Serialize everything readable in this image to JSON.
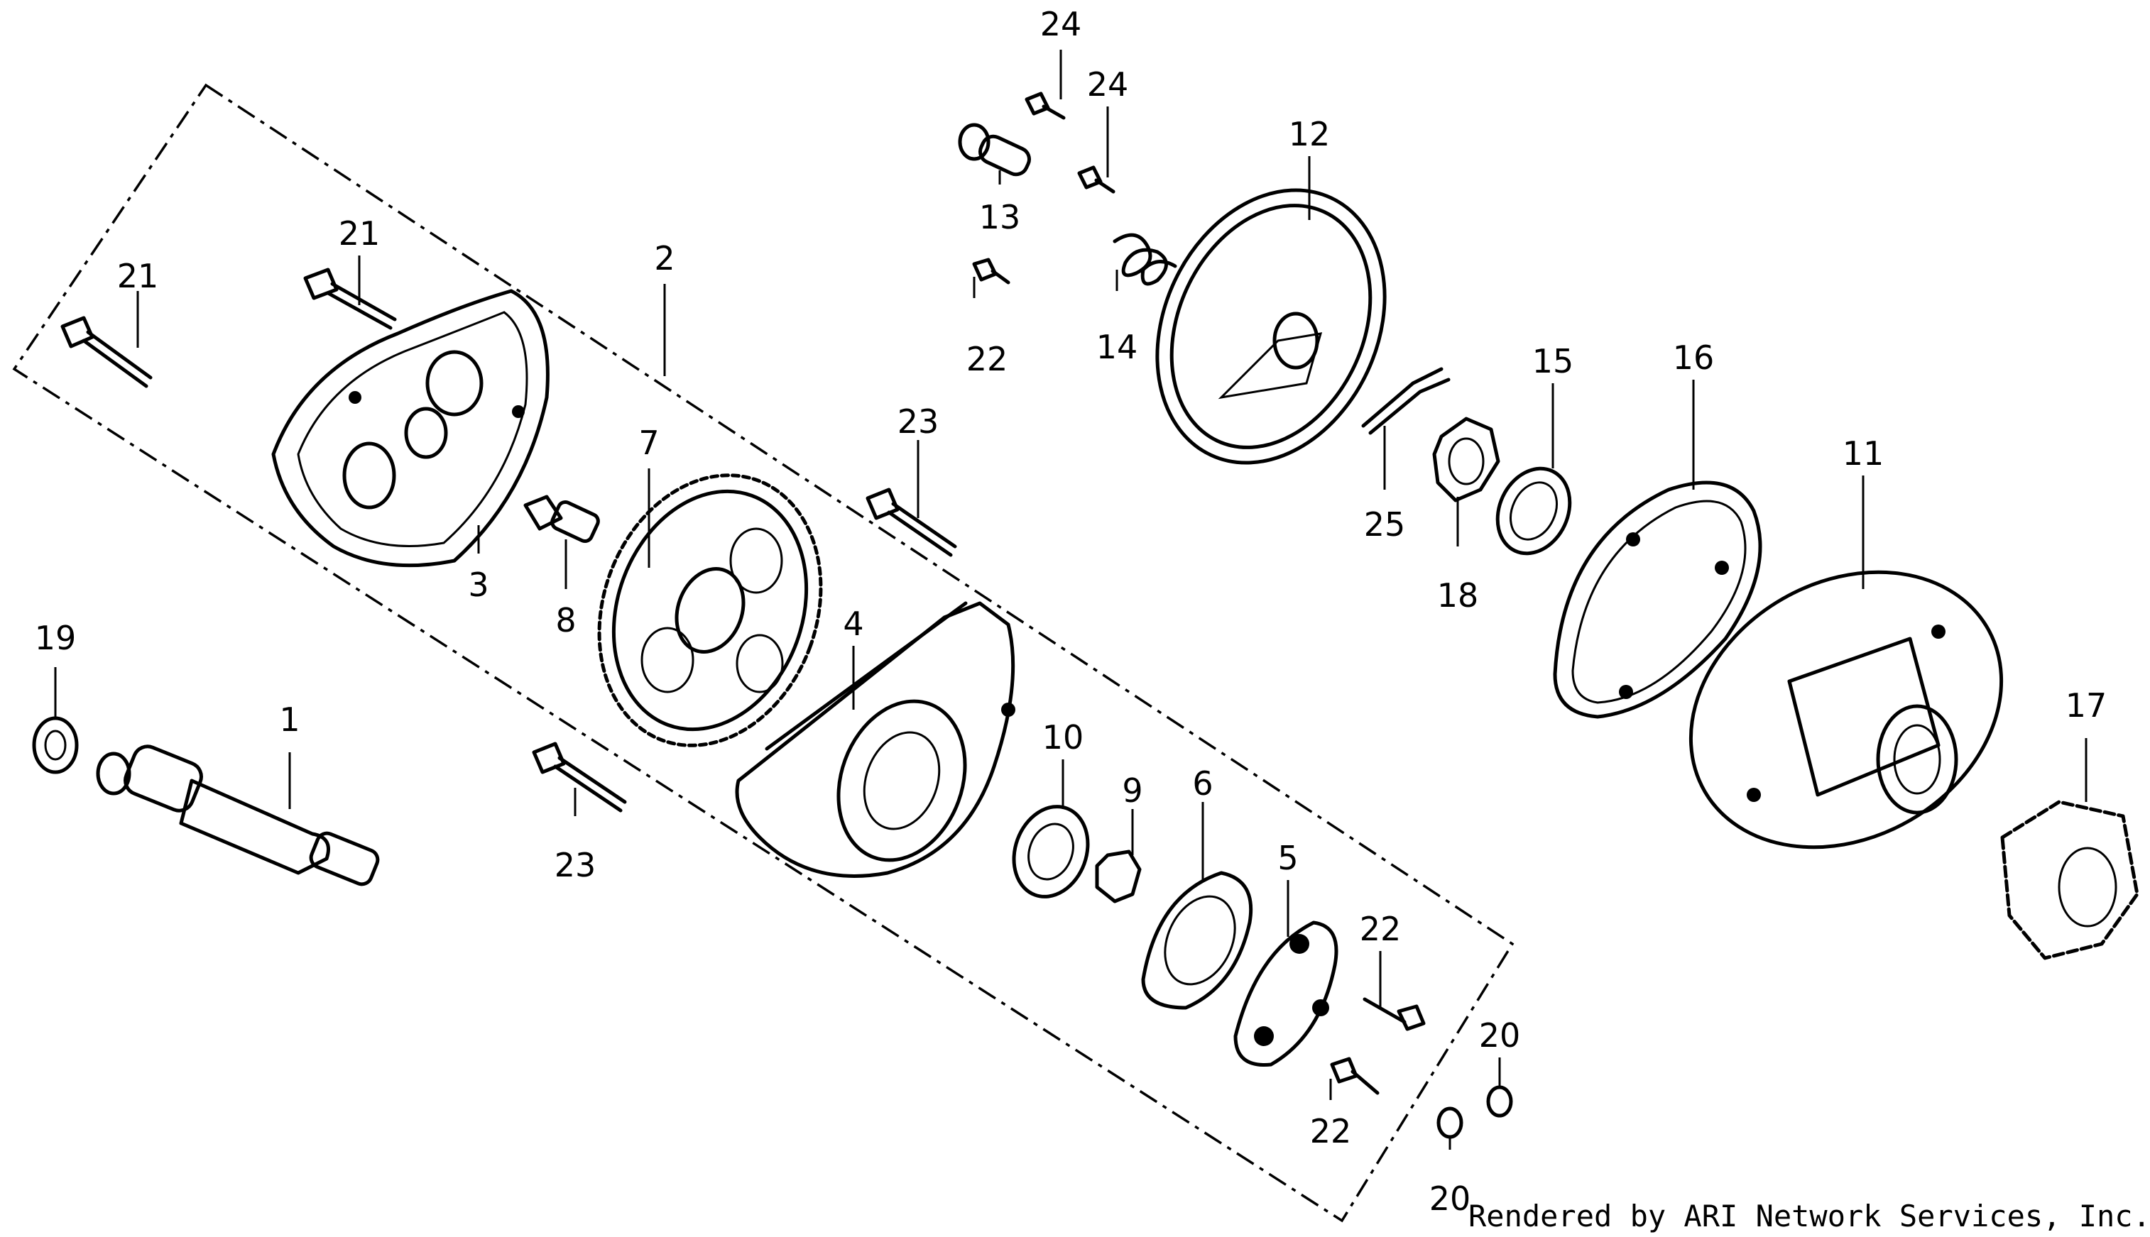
{
  "credit": "Rendered by ARI Network Services, Inc.",
  "callouts": [
    {
      "id": "c1",
      "text": "1"
    },
    {
      "id": "c2",
      "text": "2"
    },
    {
      "id": "c3",
      "text": "3"
    },
    {
      "id": "c4",
      "text": "4"
    },
    {
      "id": "c5",
      "text": "5"
    },
    {
      "id": "c6",
      "text": "6"
    },
    {
      "id": "c7",
      "text": "7"
    },
    {
      "id": "c8",
      "text": "8"
    },
    {
      "id": "c9",
      "text": "9"
    },
    {
      "id": "c10",
      "text": "10"
    },
    {
      "id": "c11",
      "text": "11"
    },
    {
      "id": "c12",
      "text": "12"
    },
    {
      "id": "c13",
      "text": "13"
    },
    {
      "id": "c14",
      "text": "14"
    },
    {
      "id": "c15",
      "text": "15"
    },
    {
      "id": "c16",
      "text": "16"
    },
    {
      "id": "c17",
      "text": "17"
    },
    {
      "id": "c18",
      "text": "18"
    },
    {
      "id": "c19",
      "text": "19"
    },
    {
      "id": "c20a",
      "text": "20"
    },
    {
      "id": "c20b",
      "text": "20"
    },
    {
      "id": "c21a",
      "text": "21"
    },
    {
      "id": "c21b",
      "text": "21"
    },
    {
      "id": "c22a",
      "text": "22"
    },
    {
      "id": "c22b",
      "text": "22"
    },
    {
      "id": "c22c",
      "text": "22"
    },
    {
      "id": "c23a",
      "text": "23"
    },
    {
      "id": "c23b",
      "text": "23"
    },
    {
      "id": "c24a",
      "text": "24"
    },
    {
      "id": "c24b",
      "text": "24"
    },
    {
      "id": "c25",
      "text": "25"
    }
  ]
}
